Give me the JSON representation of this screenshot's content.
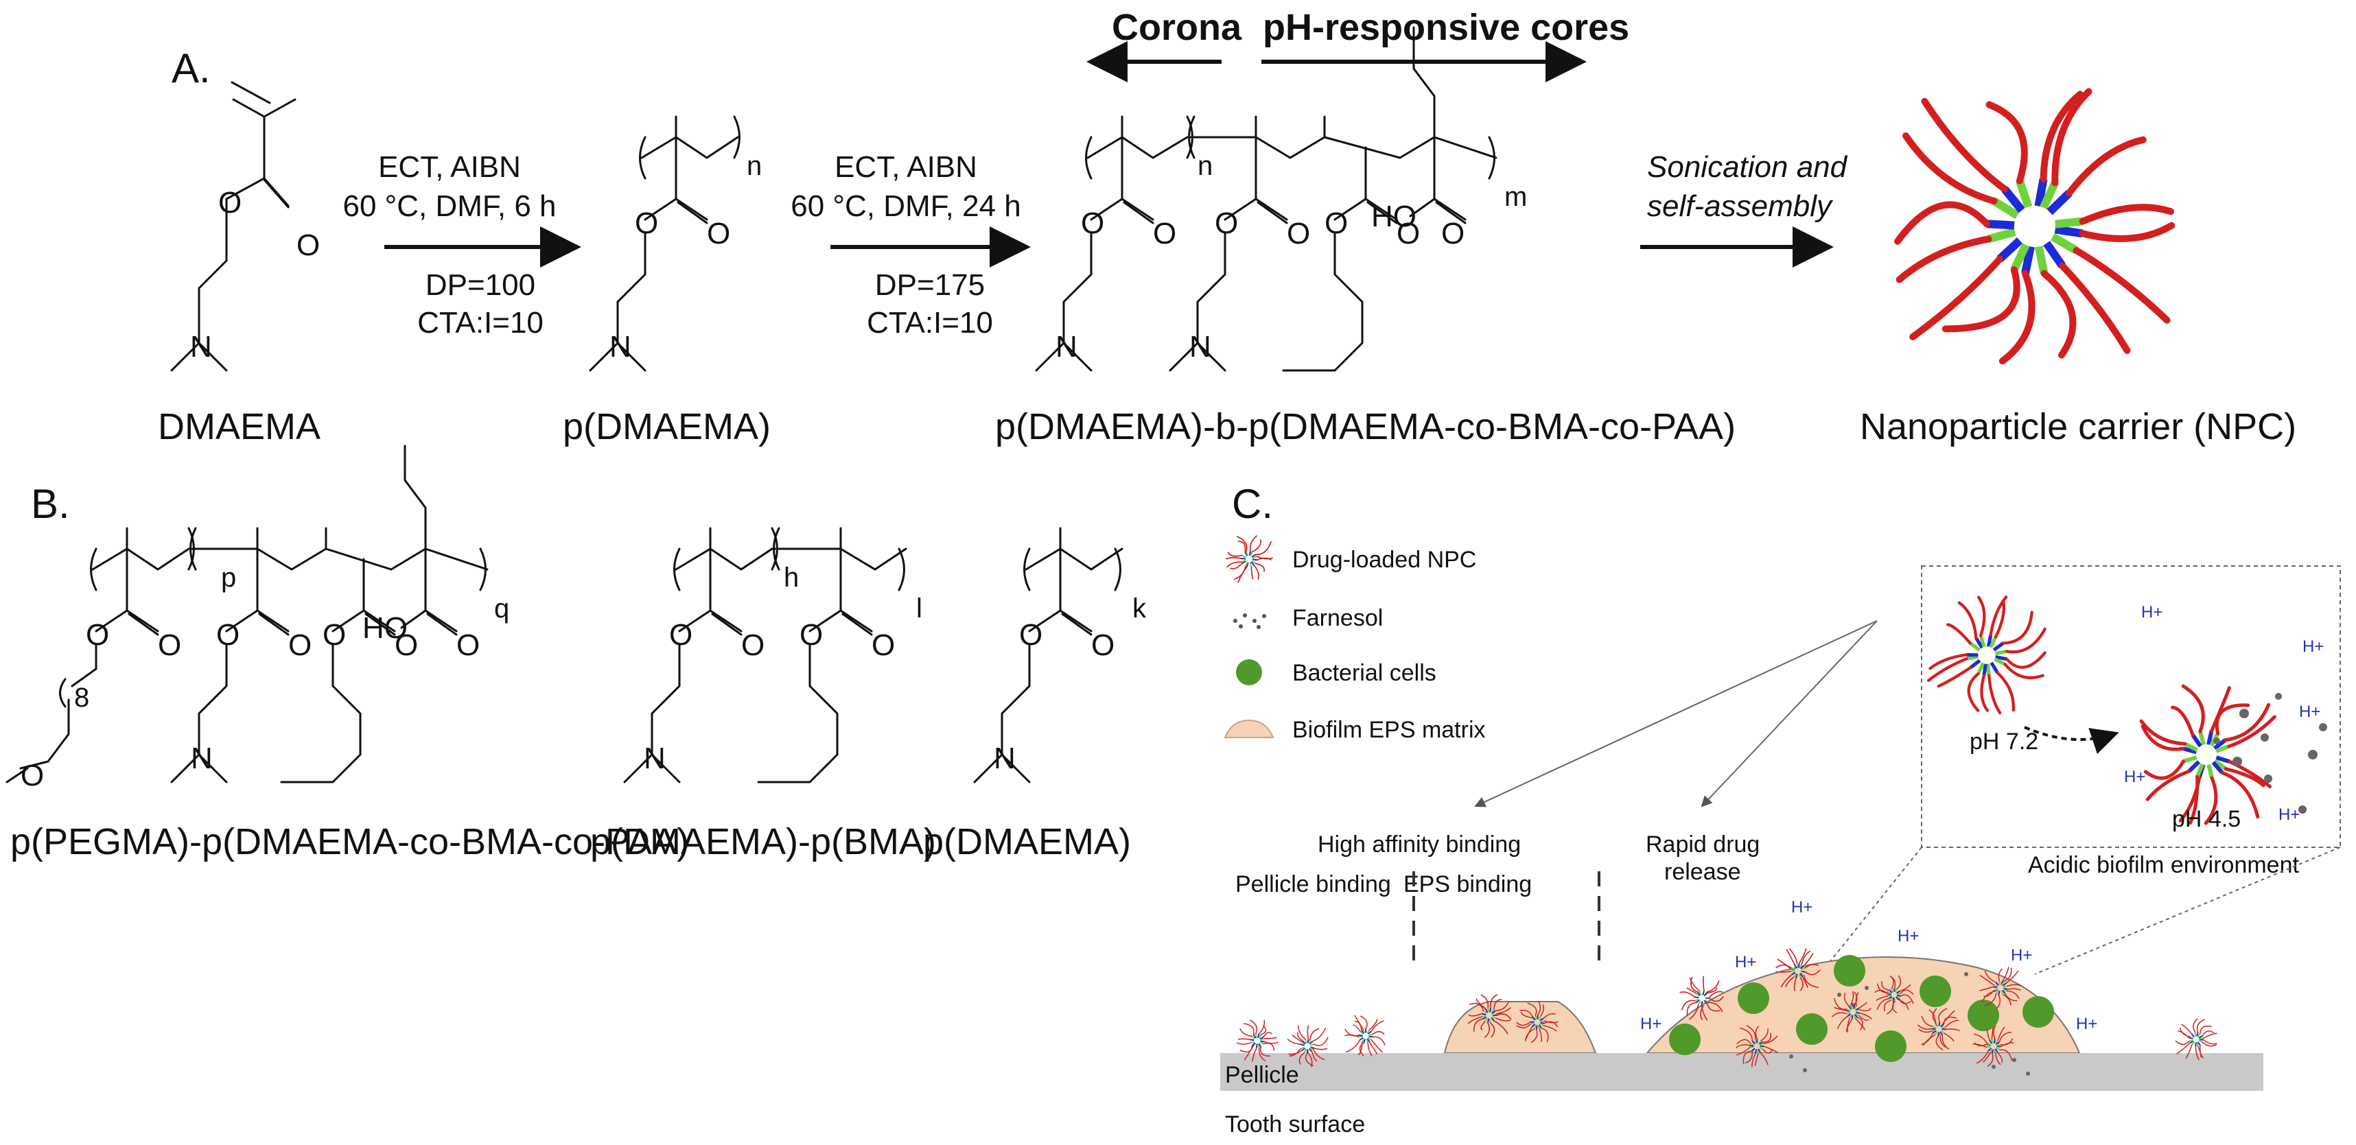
{
  "panel_a": {
    "letter": "A.",
    "corona_label": "Corona",
    "cores_label": "pH-responsive cores",
    "step1": {
      "line1": "ECT, AIBN",
      "line2": "60 °C, DMF, 6 h",
      "line3": "DP=100",
      "line4": "CTA:I=10"
    },
    "step2": {
      "line1": "ECT, AIBN",
      "line2": "60 °C, DMF, 24 h",
      "line3": "DP=175",
      "line4": "CTA:I=10"
    },
    "step3": {
      "line1": "Sonication and",
      "line2": "self-assembly"
    },
    "monomer_label": "DMAEMA",
    "polymer1_label": "p(DMAEMA)",
    "polymer2_label": "p(DMAEMA)-b-p(DMAEMA-co-BMA-co-PAA)",
    "npc_label": "Nanoparticle carrier (NPC)",
    "sub_n1": "n",
    "sub_n2": "n",
    "sub_m": "m"
  },
  "panel_b": {
    "letter": "B.",
    "poly1_label": "p(PEGMA)-p(DMAEMA-co-BMA-co-PAA)",
    "poly2_label": "p(DMAEMA)-p(BMA)",
    "poly3_label": "p(DMAEMA)",
    "sub_p": "p",
    "sub_q": "q",
    "sub_h": "h",
    "sub_l": "l",
    "sub_k": "k",
    "sub_8": "8"
  },
  "panel_c": {
    "letter": "C.",
    "legend": [
      {
        "label": "Drug-loaded NPC",
        "icon": "npc-icon"
      },
      {
        "label": "Farnesol",
        "icon": "farnesol-dots-icon"
      },
      {
        "label": "Bacterial cells",
        "icon": "bacterial-cell-icon"
      },
      {
        "label": "Biofilm EPS matrix",
        "icon": "eps-matrix-icon"
      }
    ],
    "high_affinity": "High affinity binding",
    "pellicle_binding": "Pellicle binding",
    "eps_binding": "EPS binding",
    "rapid_release_1": "Rapid drug",
    "rapid_release_2": "release",
    "ph_72": "pH 7.2",
    "ph_45": "pH 4.5",
    "acidic_env": "Acidic biofilm environment",
    "pellicle": "Pellicle",
    "tooth_surface": "Tooth surface",
    "hplus": "H+",
    "colors": {
      "corona": "#d41f1f",
      "core_green": "#6fd23a",
      "core_blue": "#1c2bd8",
      "bacteria": "#4f9a2a",
      "eps": "#f6d3b4",
      "pellicle": "#c9c9c9",
      "hplus": "#2233bb"
    }
  }
}
